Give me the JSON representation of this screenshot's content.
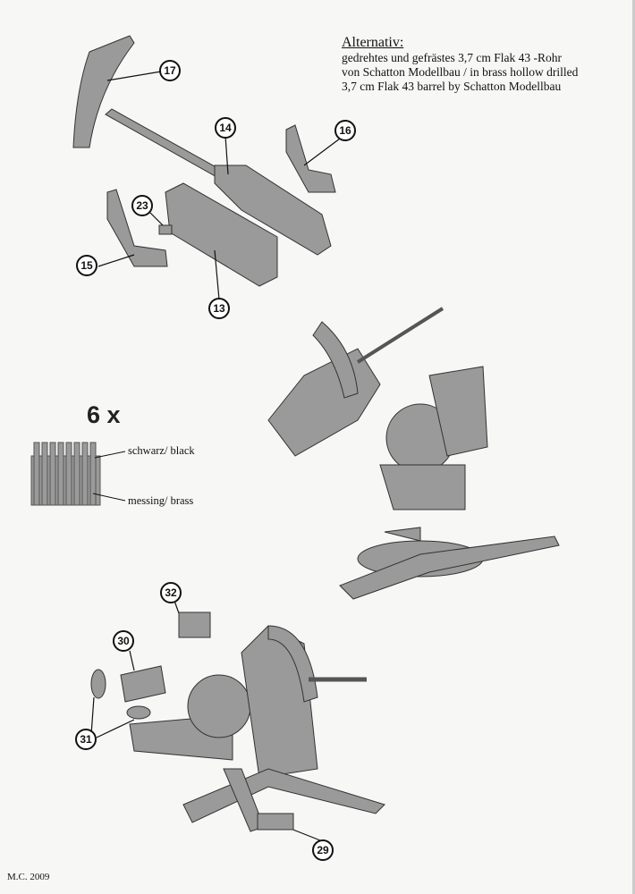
{
  "alternative": {
    "heading": "Alternativ:",
    "lines": [
      "gedrehtes und gefrästes 3,7 cm Flak 43 -Rohr",
      "von Schatton Modellbau / in brass hollow drilled",
      "3,7 cm Flak 43 barrel by Schatton Modellbau"
    ]
  },
  "parts": [
    "17",
    "14",
    "16",
    "23",
    "15",
    "13",
    "32",
    "30",
    "31",
    "29"
  ],
  "ammo": {
    "quantity": "6 x",
    "label_black": "schwarz/ black",
    "label_brass": "messing/ brass"
  },
  "footer": "M.C. 2009",
  "colors": {
    "part_fill": "#9a9a9a",
    "part_dark": "#5a5a5a",
    "ink": "#111111"
  }
}
